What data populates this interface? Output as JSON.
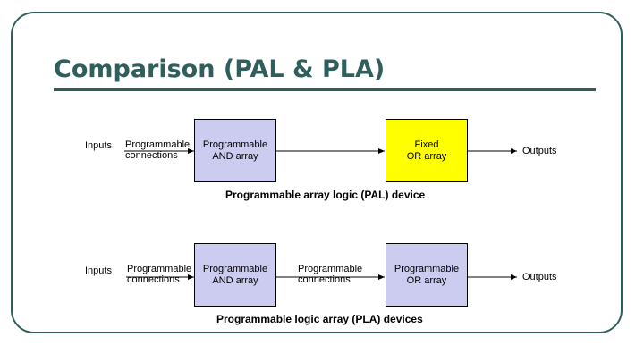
{
  "slide": {
    "title": "Comparison (PAL & PLA)"
  },
  "pal": {
    "inputs_label": "Inputs",
    "conn_label": "Programmable\nconnections",
    "and_box": "Programmable\nAND array",
    "or_box": "Fixed\nOR array",
    "outputs_label": "Outputs",
    "caption": "Programmable array logic (PAL) device"
  },
  "pla": {
    "inputs_label": "Inputs",
    "conn_label": "Programmable\nconnections",
    "and_box": "Programmable\nAND array",
    "mid_conn_label": "Programmable\nconnections",
    "or_box": "Programmable\nOR array",
    "outputs_label": "Outputs",
    "caption": "Programmable logic array (PLA) devices"
  },
  "colors": {
    "theme": "#2f5f5c",
    "and_fill": "#ccccf0",
    "pal_or_fill": "#ffff00",
    "pla_or_fill": "#ccccf0"
  }
}
